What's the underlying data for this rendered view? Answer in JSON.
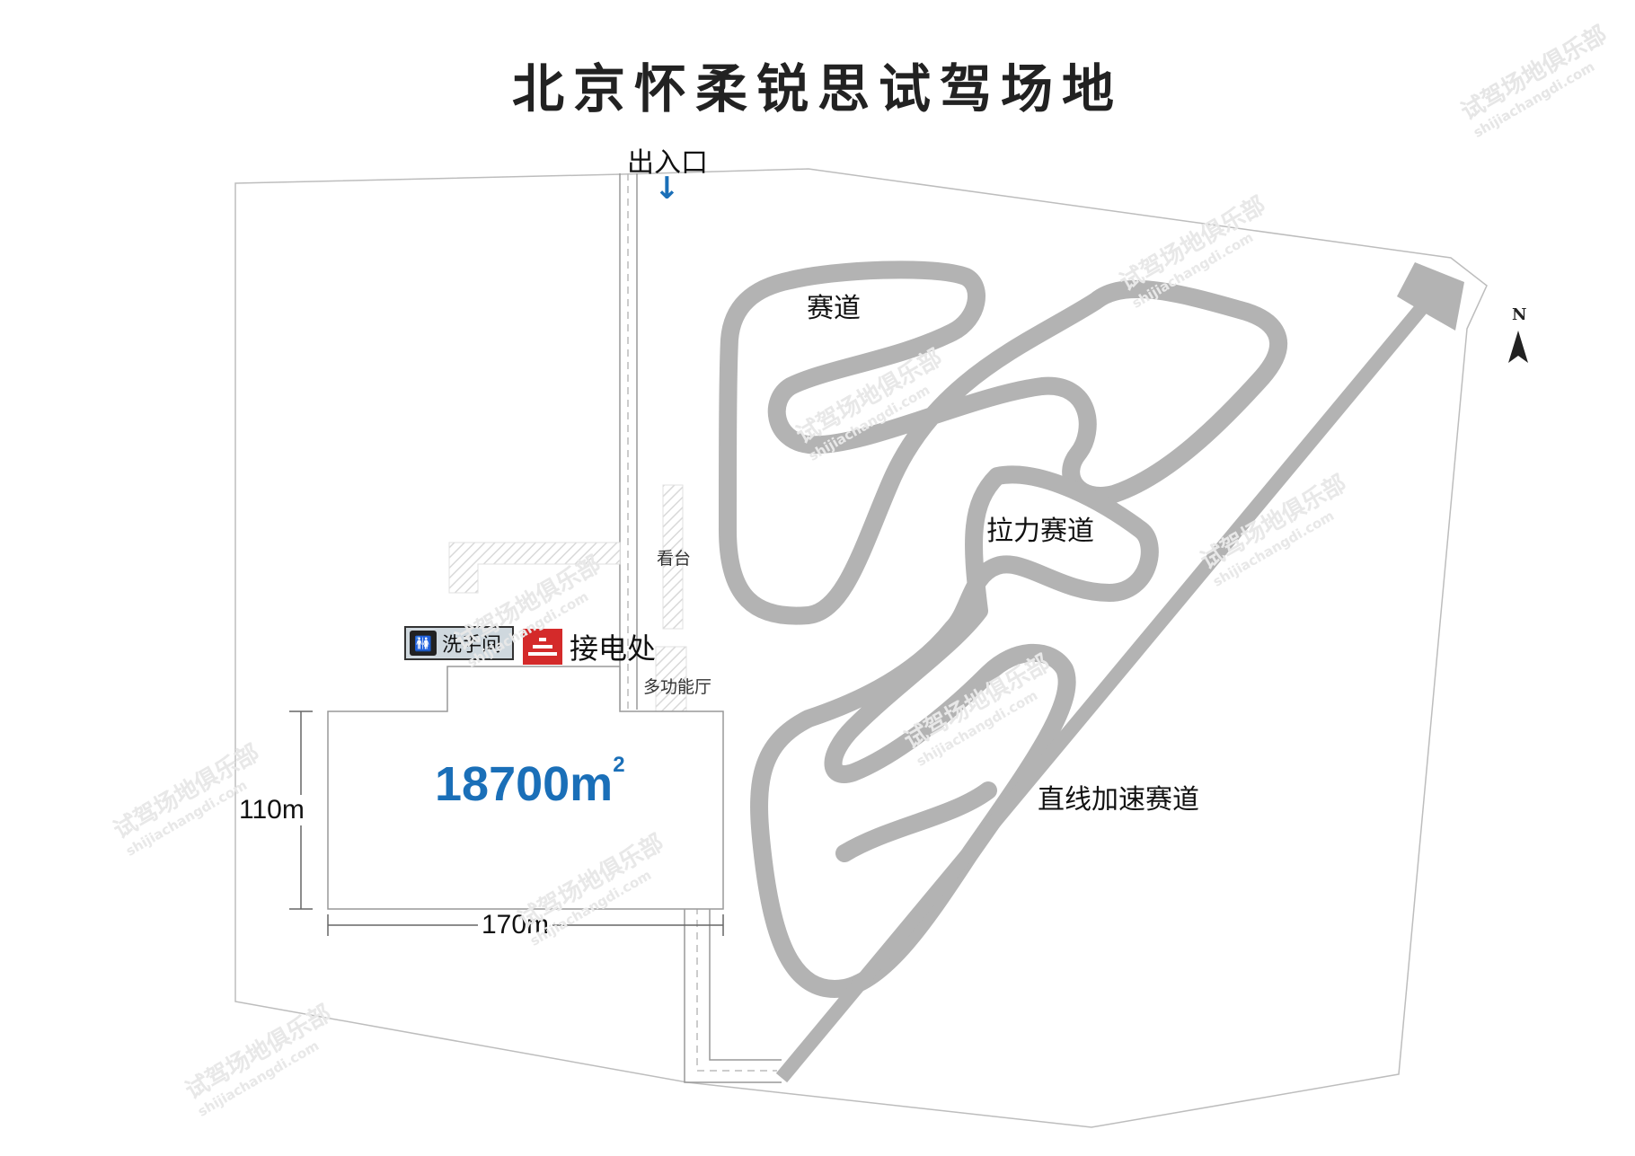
{
  "title": "北京怀柔锐思试驾场地",
  "labels": {
    "entrance": "出入口",
    "track": "赛道",
    "rally_track": "拉力赛道",
    "drag_strip": "直线加速赛道",
    "grandstand": "看台",
    "hall": "多功能厅",
    "restroom": "洗手间",
    "power": "接电处",
    "north": "N"
  },
  "area": {
    "value": "18700",
    "unit": "m",
    "sup": "2"
  },
  "dimensions": {
    "height": "110m",
    "width": "170m"
  },
  "watermark": {
    "text": "试驾场地俱乐部",
    "url": "shijiachangdi.com"
  },
  "colors": {
    "track": "#b3b3b3",
    "accent": "#1a6fb8",
    "power_icon": "#d42a2a"
  }
}
